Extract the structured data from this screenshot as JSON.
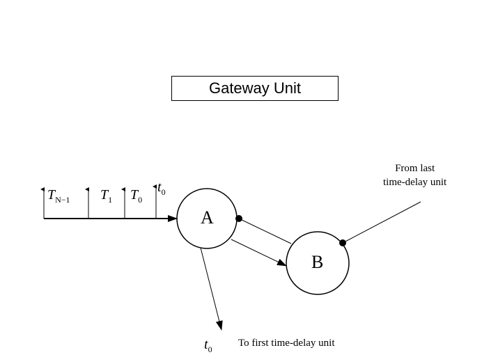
{
  "title": "Gateway Unit",
  "nodes": {
    "a": "A",
    "b": "B"
  },
  "pulses": [
    {
      "symbol": "T",
      "sub": "N−1"
    },
    {
      "symbol": "T",
      "sub": "1"
    },
    {
      "symbol": "T",
      "sub": "0"
    },
    {
      "symbol": "t",
      "sub": "0"
    }
  ],
  "output": {
    "symbol": "t",
    "sub": "0"
  },
  "notes": {
    "from_line1": "From last",
    "from_line2": "time-delay unit",
    "to": "To first time-delay unit"
  }
}
